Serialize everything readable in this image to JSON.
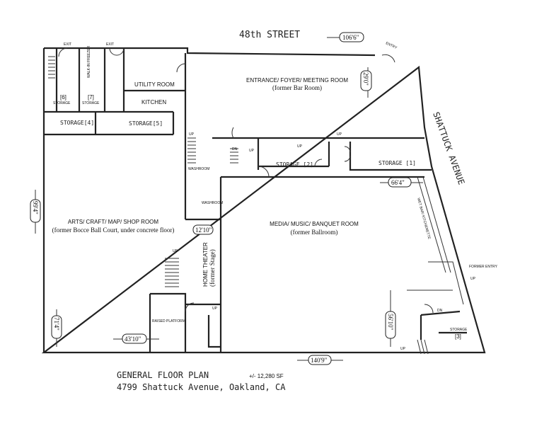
{
  "street_top": "48th STREET",
  "street_right": "SHATTUCK AVENUE",
  "entry": "ENTRY",
  "exits": [
    "EXIT",
    "EXIT"
  ],
  "rooms": {
    "walk_in_freezer": "WALK-IN FREEZER",
    "storage6_num": "[6]",
    "storage6": "STORAGE",
    "storage7_num": "[7]",
    "storage7": "STORAGE",
    "utility": "UTILITY ROOM",
    "kitchen": "KITCHEN",
    "storage4": "STORAGE[4]",
    "storage5": "STORAGE[5]",
    "entrance": "ENTRANCE/ FOYER/ MEETING ROOM",
    "entrance_sub": "(former Bar Room)",
    "storage2": "STORAGE [2]",
    "storage1": "STORAGE [1]",
    "washroom": "WASHROOM",
    "arts": "ARTS/ CRAFT/ MAP/ SHOP ROOM",
    "arts_sub": "(former Bocce Ball Court, under concrete floor)",
    "media": "MEDIA/ MUSIC/ BANQUET ROOM",
    "media_sub": "(former Ballroom)",
    "home_theater": "HOME THEATER",
    "home_theater_sub": "(former Stage)",
    "wet_bar": "WET BAR/ KITCHENETTE",
    "former_entry": "FORMER ENTRY",
    "raised_platform": "RAISED PLATFORM",
    "storage3": "STORAGE",
    "storage3_num": "[3]"
  },
  "stairs": {
    "up": "UP",
    "dn": "DN"
  },
  "dimensions": {
    "d1": "106'6\"",
    "d2": "29'0\"",
    "d3": "66'4\"",
    "d4": "99'4\"",
    "d5": "12'10\"",
    "d6": "71'4\"",
    "d7": "43'10\"",
    "d8": "56'10\"",
    "d9": "140'9\""
  },
  "title": {
    "line1": "GENERAL FLOOR PLAN",
    "area": "+/- 12,280 SF",
    "line2": "4799 Shattuck Avenue, Oakland, CA"
  }
}
